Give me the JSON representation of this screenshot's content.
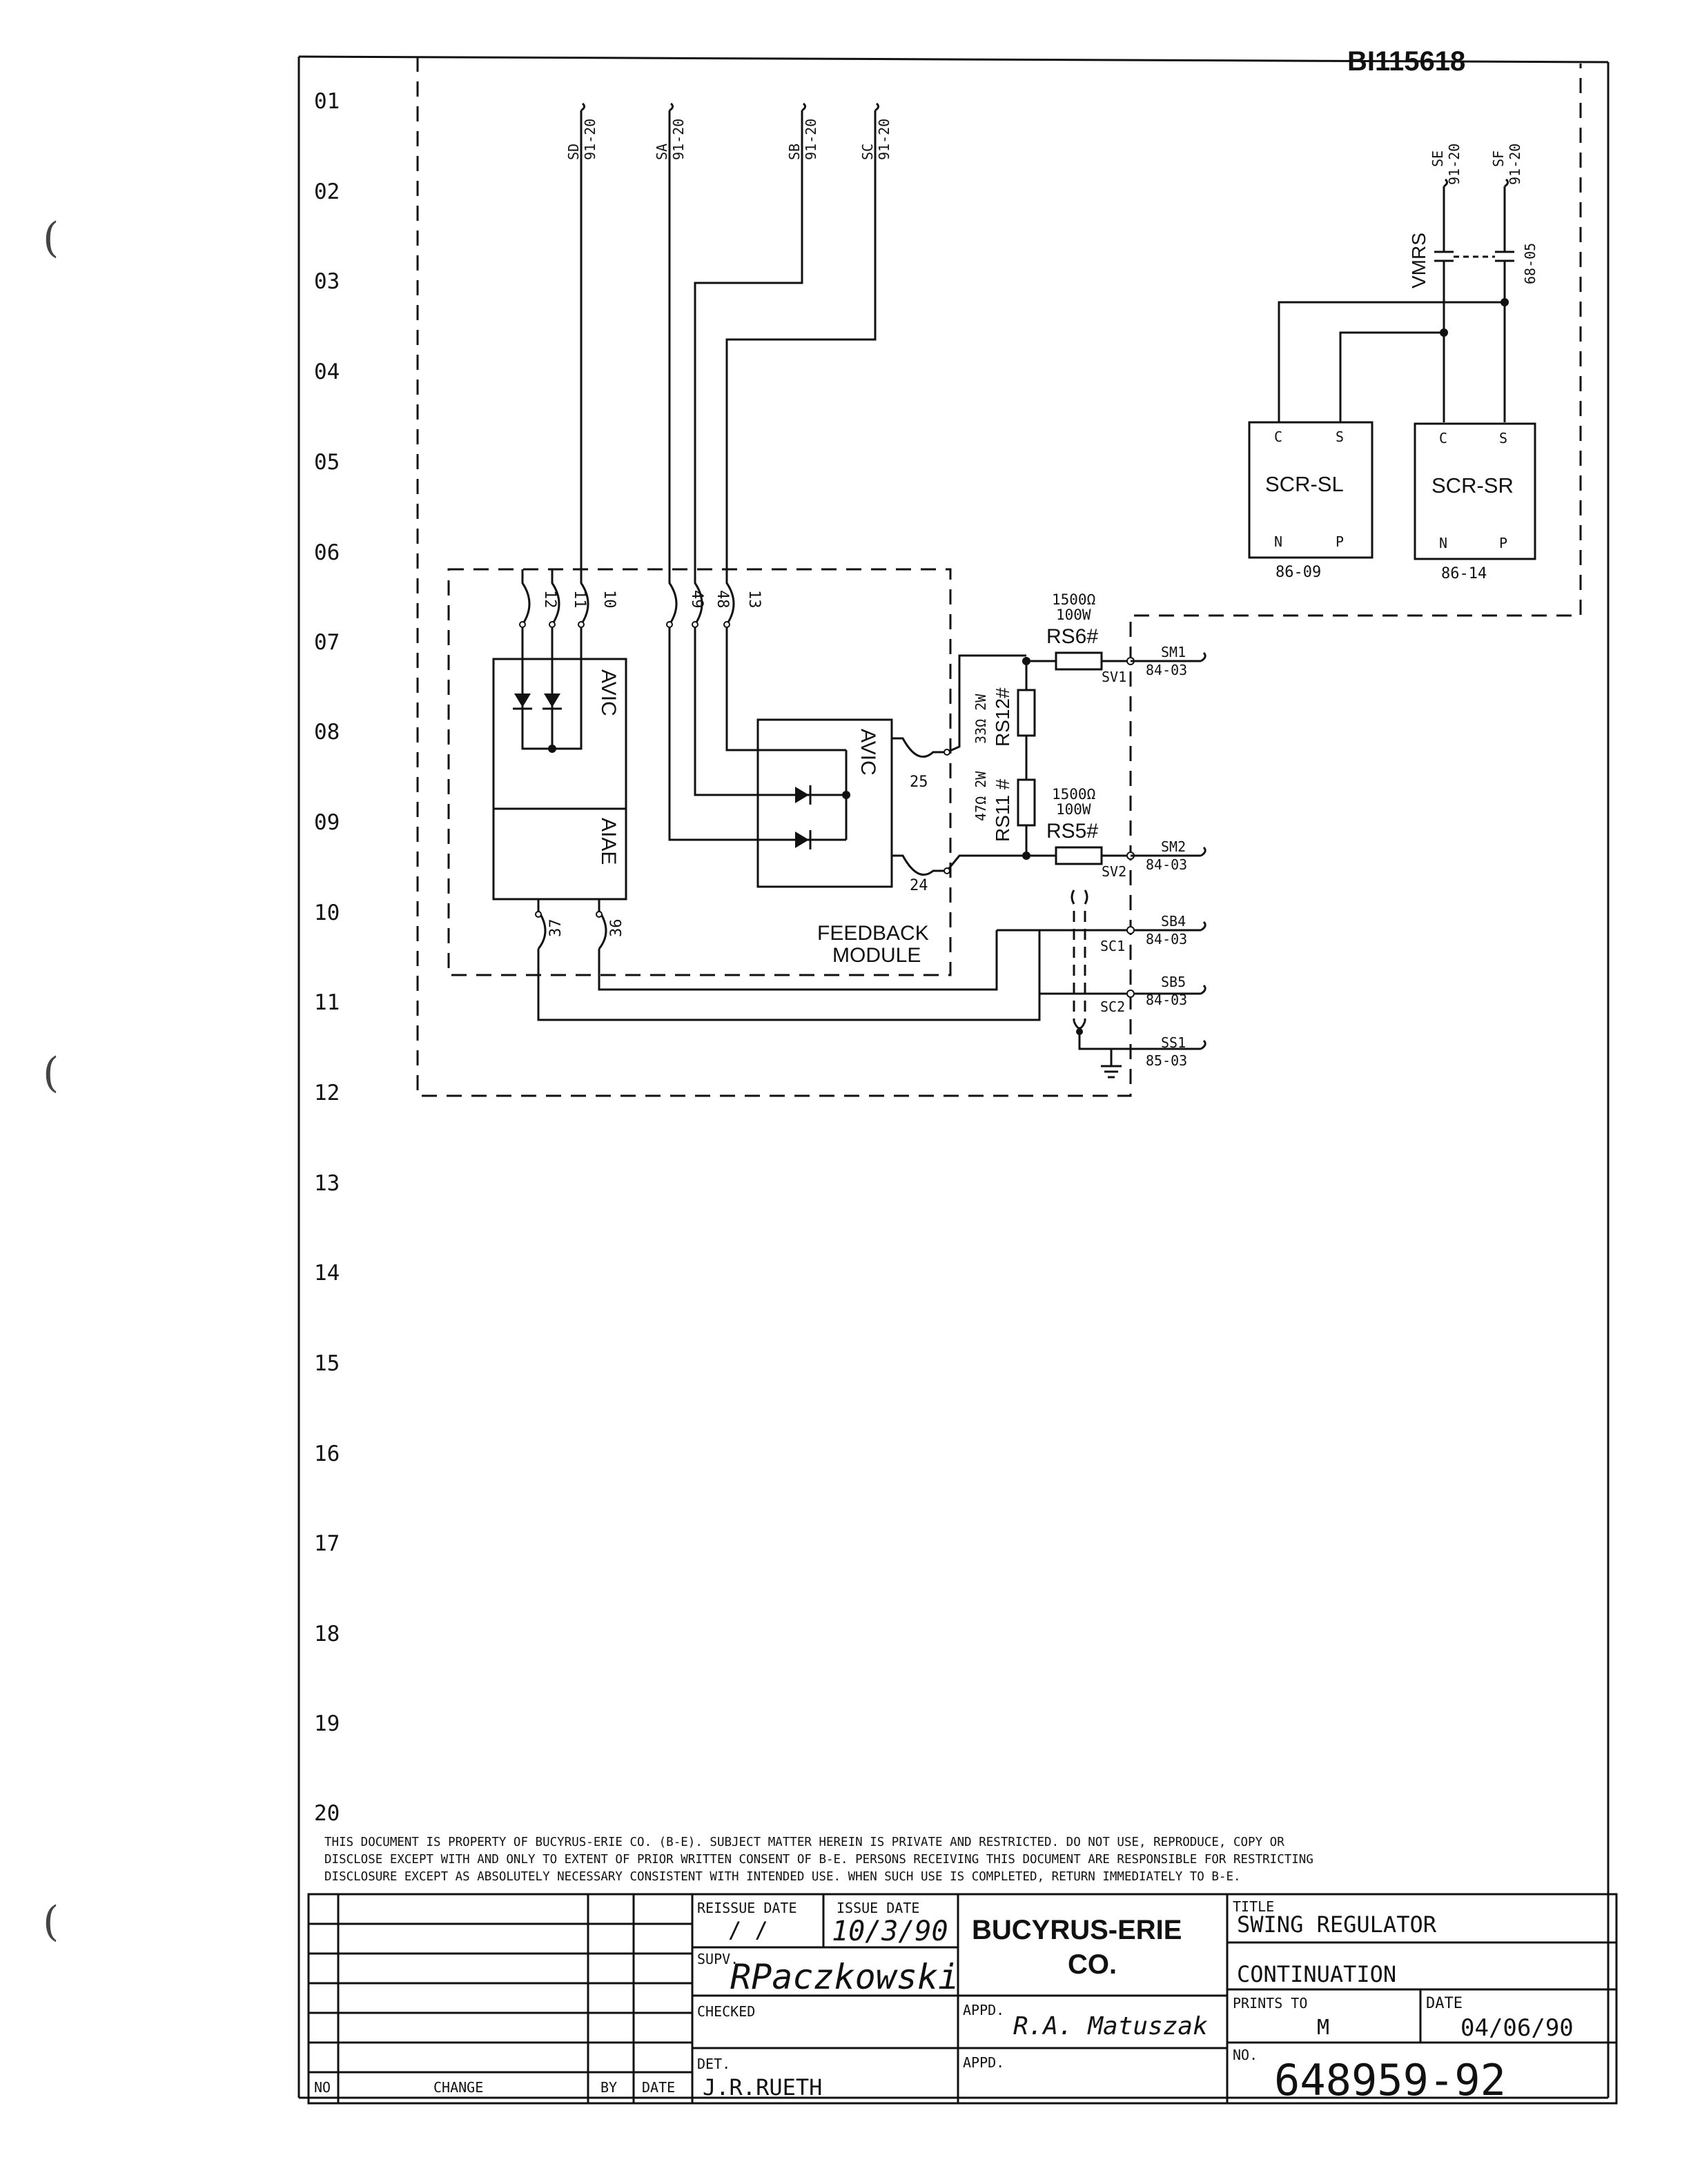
{
  "doc_id_stamp": "BI115618",
  "zones": [
    "01",
    "02",
    "03",
    "04",
    "05",
    "06",
    "07",
    "08",
    "09",
    "10",
    "11",
    "12",
    "13",
    "14",
    "15",
    "16",
    "17",
    "18",
    "19",
    "20"
  ],
  "top_terminals": [
    {
      "id": "SD",
      "ref": "91-20"
    },
    {
      "id": "SA",
      "ref": "91-20"
    },
    {
      "id": "SB",
      "ref": "91-20"
    },
    {
      "id": "SC",
      "ref": "91-20"
    },
    {
      "id": "SE",
      "ref": "91-20"
    },
    {
      "id": "SF",
      "ref": "91-20"
    }
  ],
  "vmrs": {
    "label": "VMRS",
    "ref": "68-05"
  },
  "scr_sl": {
    "name": "SCR-SL",
    "ref": "86-09",
    "pins": [
      "C",
      "S",
      "N",
      "P"
    ]
  },
  "scr_sr": {
    "name": "SCR-SR",
    "ref": "86-14",
    "pins": [
      "C",
      "S",
      "N",
      "P"
    ]
  },
  "avic_upper": {
    "label": "AVIC"
  },
  "aiae": {
    "label": "AIAE"
  },
  "avic_lower": {
    "label": "AVIC"
  },
  "feedback_module": {
    "line1": "FEEDBACK",
    "line2": "MODULE"
  },
  "pins": {
    "p12": "12",
    "p11": "11",
    "p10": "10",
    "p49": "49",
    "p48": "48",
    "p13": "13",
    "p25": "25",
    "p24": "24",
    "p37": "37",
    "p36": "36"
  },
  "resistors": {
    "rs6": {
      "value": "1500Ω",
      "watt": "100W",
      "name": "RS6#"
    },
    "rs5": {
      "value": "1500Ω",
      "watt": "100W",
      "name": "RS5#"
    },
    "rs12": {
      "value": "33Ω 2W",
      "name": "RS12#"
    },
    "rs11": {
      "value": "47Ω 2W",
      "name": "RS11 #"
    }
  },
  "nodes": {
    "sv1": "SV1",
    "sv2": "SV2",
    "sc1": "SC1",
    "sc2": "SC2"
  },
  "right_terminals": [
    {
      "id": "SM1",
      "ref": "84-03"
    },
    {
      "id": "SM2",
      "ref": "84-03"
    },
    {
      "id": "SB4",
      "ref": "84-03"
    },
    {
      "id": "SB5",
      "ref": "84-03"
    },
    {
      "id": "SS1",
      "ref": "85-03"
    }
  ],
  "notice": {
    "line1": "THIS DOCUMENT IS PROPERTY OF BUCYRUS-ERIE CO. (B-E). SUBJECT MATTER HEREIN IS PRIVATE AND RESTRICTED. DO NOT USE, REPRODUCE, COPY OR",
    "line2": "DISCLOSE EXCEPT WITH AND ONLY TO EXTENT OF PRIOR WRITTEN CONSENT OF B-E. PERSONS RECEIVING THIS DOCUMENT ARE RESPONSIBLE FOR RESTRICTING",
    "line3": "DISCLOSURE EXCEPT AS ABSOLUTELY NECESSARY CONSISTENT WITH INTENDED USE. WHEN SUCH USE IS COMPLETED, RETURN IMMEDIATELY TO B-E."
  },
  "title_block": {
    "reissue_date_label": "REISSUE DATE",
    "reissue_date_value": "/ /",
    "issue_date_label": "ISSUE DATE",
    "issue_date_value": "10/3/90",
    "company_line1": "BUCYRUS-ERIE",
    "company_line2": "CO.",
    "title_label": "TITLE",
    "title_line1": "SWING REGULATOR",
    "title_line2": "CONTINUATION",
    "supv_label": "SUPV.",
    "supv_signature": "RPaczkowski",
    "checked_label": "CHECKED",
    "appd1_label": "APPD.",
    "appd1_signature": "R.A. Matuszak",
    "prints_to_label": "PRINTS TO",
    "prints_to_value": "M",
    "date_label": "DATE",
    "date_value": "04/06/90",
    "det_label": "DET.",
    "det_value": "J.R.RUETH",
    "appd2_label": "APPD.",
    "no_label": "NO.",
    "drawing_no": "648959-92",
    "rev_no_label": "NO",
    "rev_change_label": "CHANGE",
    "rev_by_label": "BY",
    "rev_date_label": "DATE"
  }
}
